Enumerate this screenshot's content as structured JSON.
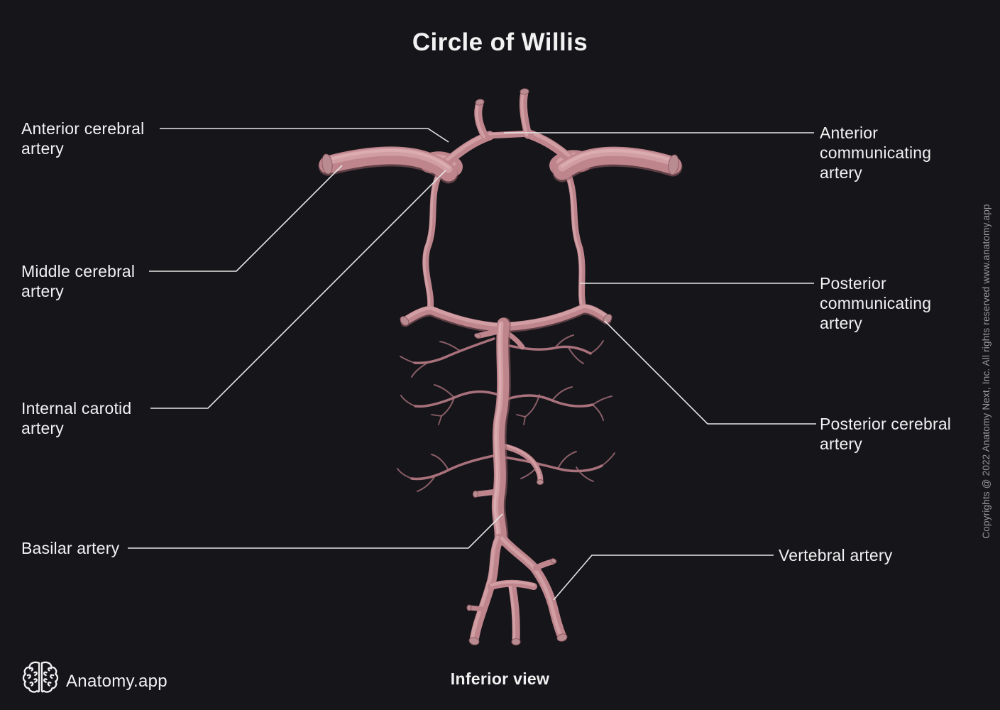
{
  "title": "Circle of Willis",
  "caption": "Inferior view",
  "brand": "Anatomy.app",
  "copyright_text": "Copyrights @ 2022 Anatomy Next, Inc. All rights reserved www.anatomy.app",
  "annotations": {
    "anterior_cerebral": {
      "lines": [
        "Anterior cerebral",
        "artery"
      ]
    },
    "middle_cerebral": {
      "lines": [
        "Middle cerebral",
        "artery"
      ]
    },
    "internal_carotid": {
      "lines": [
        "Internal carotid",
        "artery"
      ]
    },
    "basilar": {
      "lines": [
        "Basilar artery"
      ]
    },
    "anterior_communicating": {
      "lines": [
        "Anterior",
        "communicating",
        "artery"
      ]
    },
    "posterior_communicating": {
      "lines": [
        "Posterior",
        "communicating",
        "artery"
      ]
    },
    "posterior_cerebral": {
      "lines": [
        "Posterior cerebral",
        "artery"
      ]
    },
    "vertebral": {
      "lines": [
        "Vertebral artery"
      ]
    }
  },
  "colors": {
    "background": "#15151a",
    "text_primary": "#f2f2f2",
    "text_muted": "#97979d",
    "leader_line": "#e6e6e6",
    "artery_base": "#bf858c",
    "artery_highlight": "#d6a4a9",
    "artery_sheen": "#e3b8bc",
    "artery_shadow": "#905b63",
    "artery_branch": "#a8717b",
    "artery_cut": "#b98c91"
  }
}
